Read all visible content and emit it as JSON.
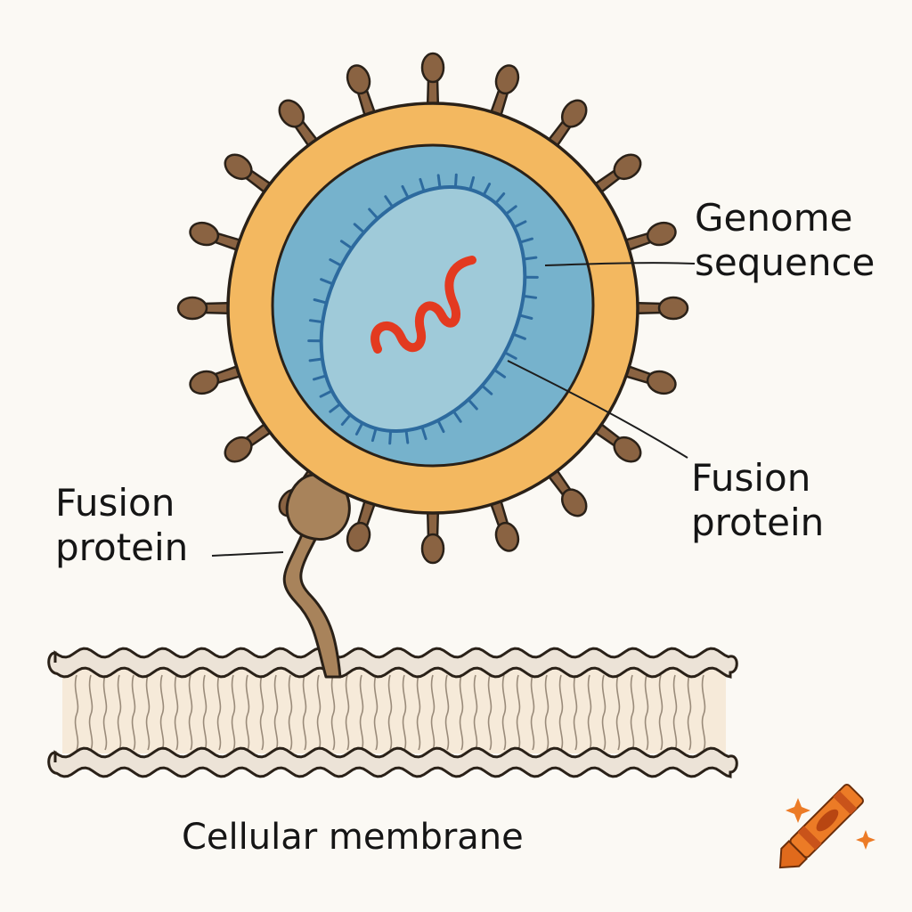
{
  "labels": {
    "genome": [
      "Genome",
      "sequence"
    ],
    "fusion_right": [
      "Fusion",
      "protein"
    ],
    "fusion_left": [
      "Fusion",
      "protein"
    ],
    "membrane": "Cellular membrane"
  },
  "colors": {
    "background": "#fbf9f4",
    "envelope": "#f3b860",
    "capsid": "#76b2cc",
    "core": "#9fcad9",
    "core_outline": "#2d6a9e",
    "genome": "#e33a20",
    "spike": "#8a6342",
    "outline": "#2a2118",
    "membrane_bead": "#ece3d7",
    "membrane_interior": "#f6ead9",
    "crayon": "#e06a1c"
  },
  "icons": {
    "crayon": "crayon-icon",
    "sparkle": "sparkle-icon"
  }
}
